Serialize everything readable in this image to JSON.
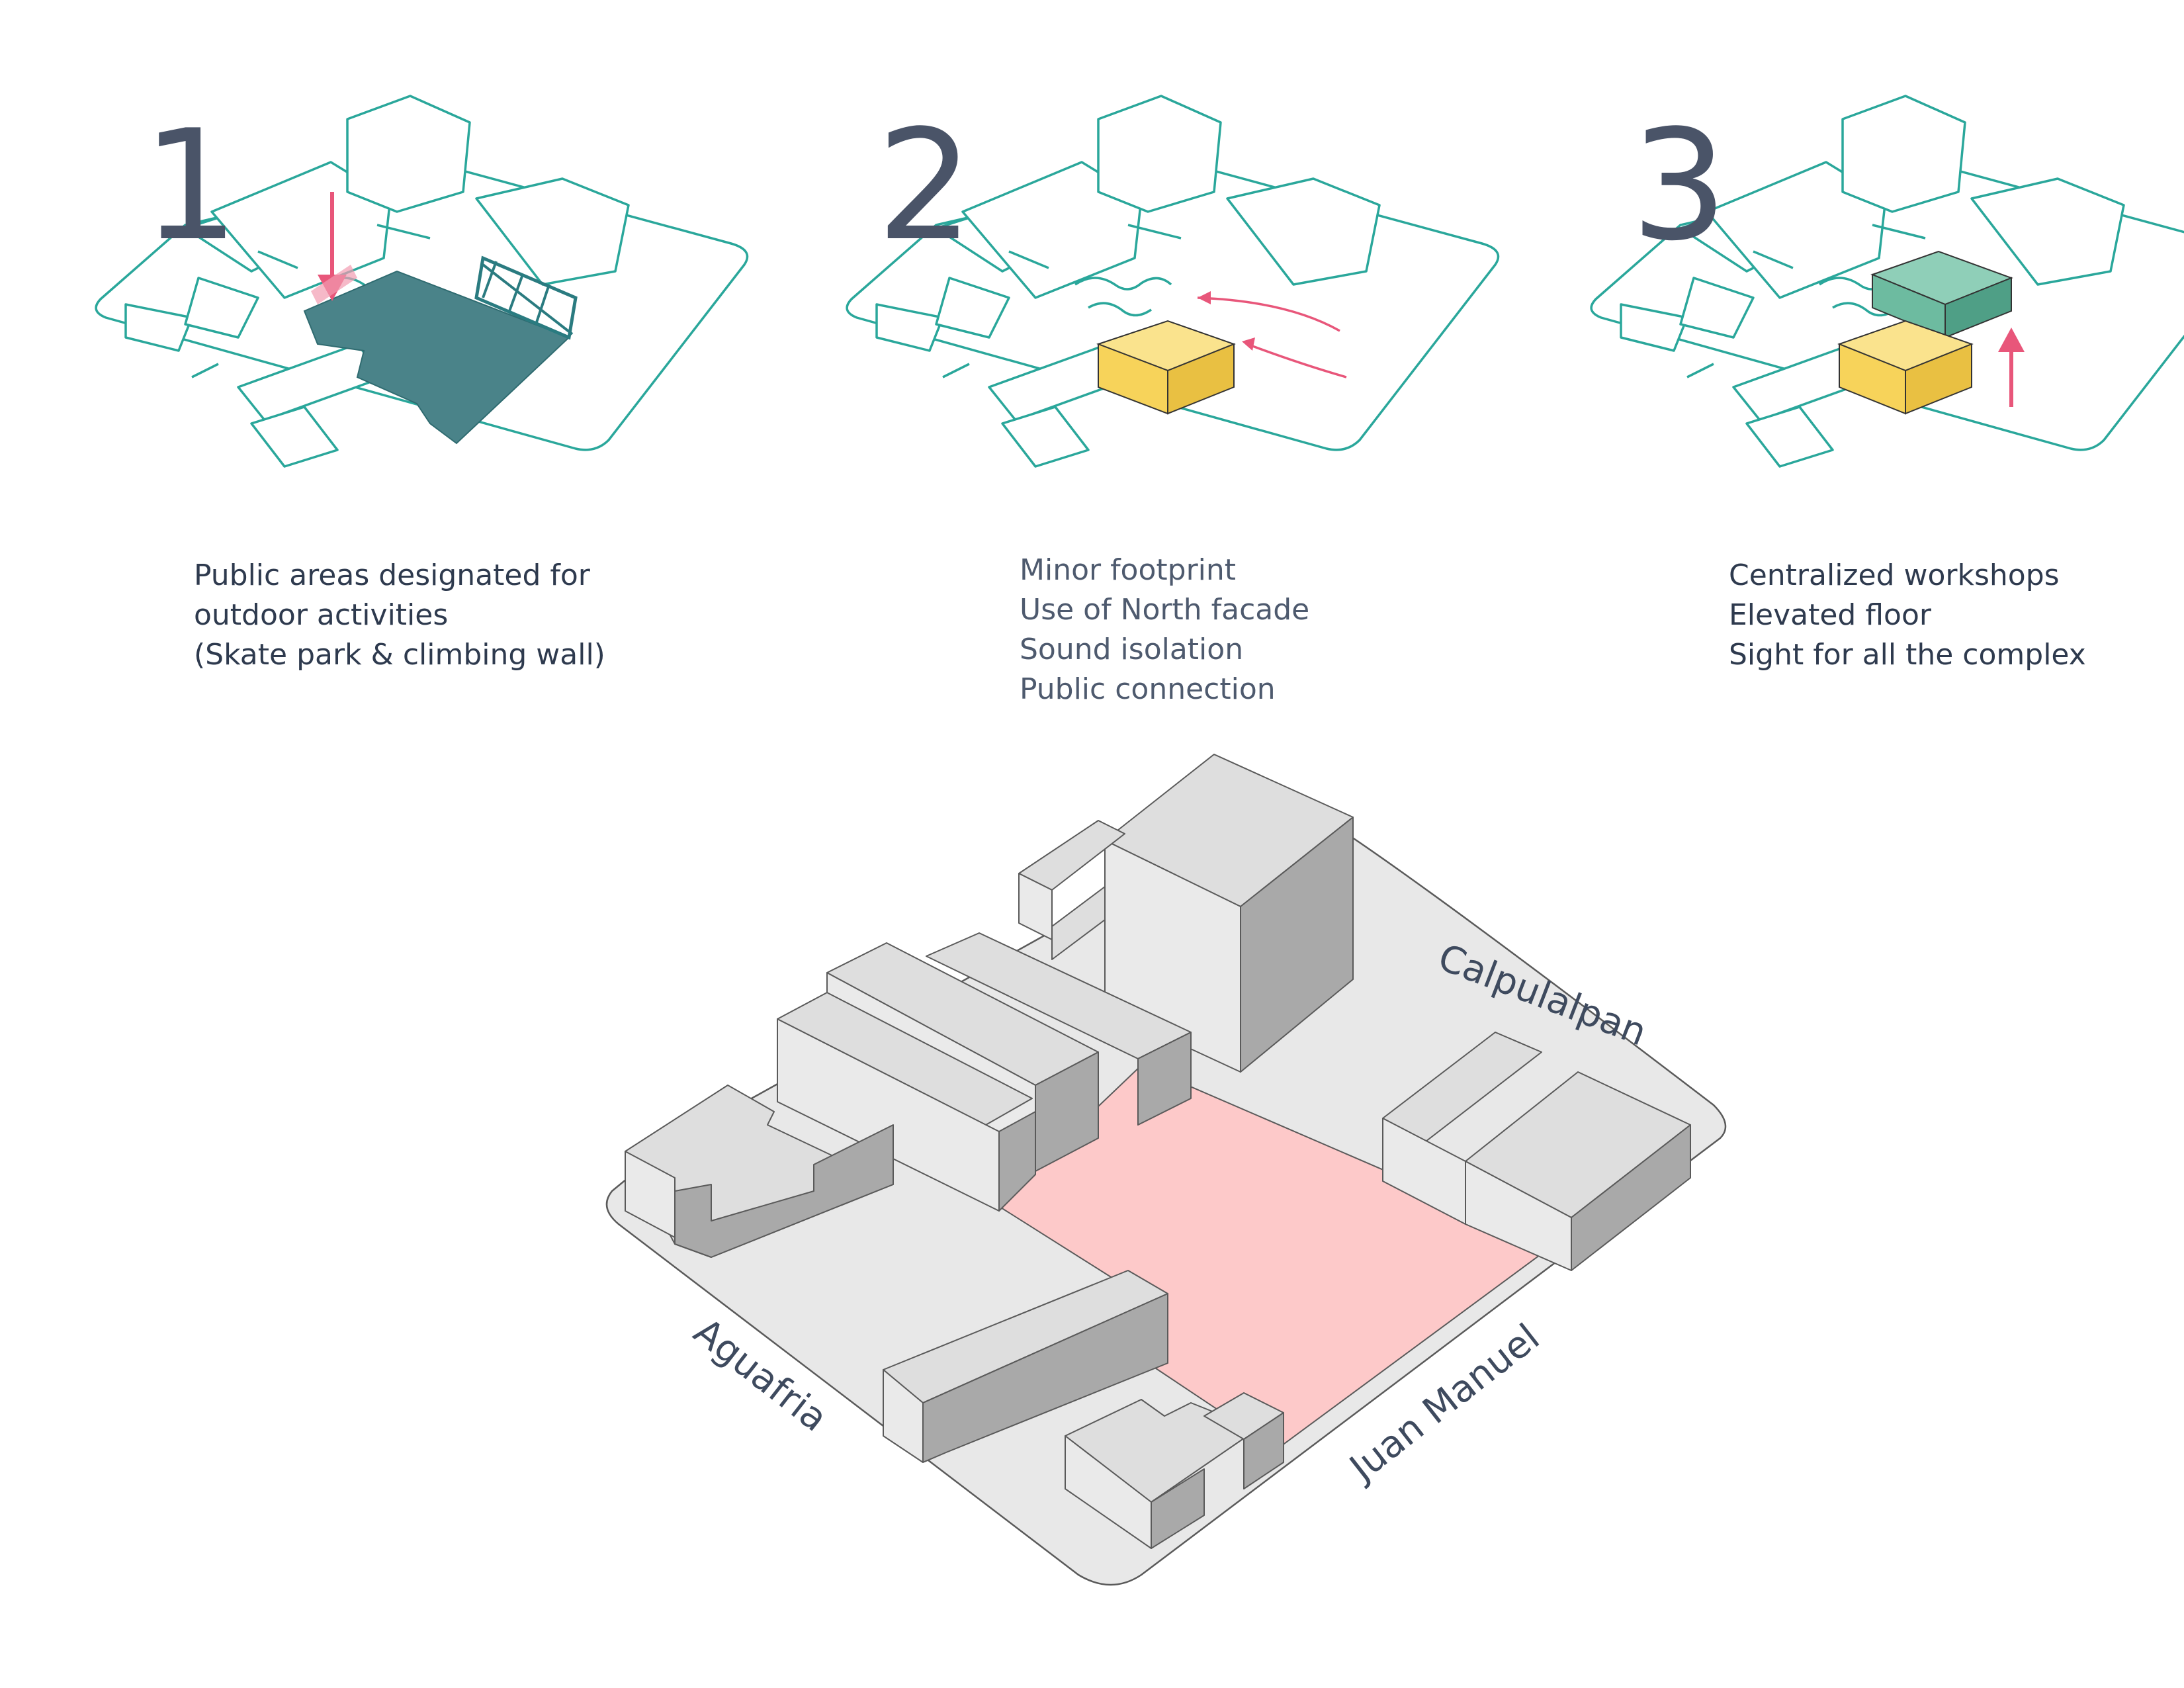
{
  "steps": [
    {
      "number": "1",
      "caption": [
        "Public areas designated for",
        "outdoor activities",
        "(Skate park & climbing wall)"
      ]
    },
    {
      "number": "2",
      "caption": [
        "Minor footprint",
        "Use of North facade",
        "Sound isolation",
        "Public connection"
      ]
    },
    {
      "number": "3",
      "caption": [
        "Centralized workshops",
        "Elevated floor",
        "Sight for all the complex"
      ]
    }
  ],
  "streets": {
    "top_right": "Calpulalpan",
    "bottom_left": "Aguafria",
    "bottom_right": "Juan Manuel"
  },
  "colors": {
    "teal_line": "#2aa79b",
    "public_area": "#4a8389",
    "footprint_yellow": "#f7d35a",
    "elevated_green": "#6dbba0",
    "arrow_pink": "#e8567a",
    "site_pink": "#fdc9c9",
    "text_dark": "#2e3a4e"
  }
}
